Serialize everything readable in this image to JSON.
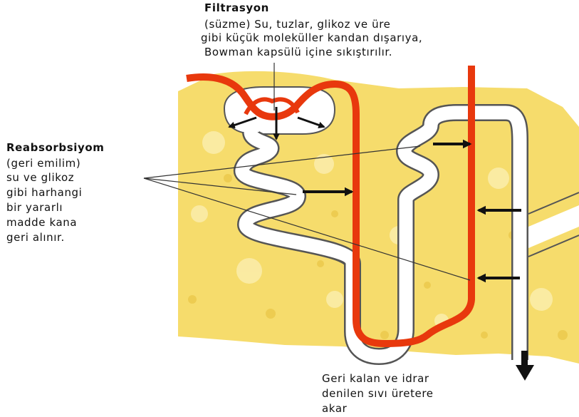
{
  "filtration": {
    "title": "Filtrasyon",
    "lines": [
      "(süzme) Su, tuzlar, glikoz ve üre",
      "gibi küçük moleküller kandan dışarıya,",
      "Bowman kapsülü içine sıkıştırılır."
    ]
  },
  "reabsorption": {
    "title": "Reabsorbsiyom",
    "lines": [
      "(geri emilim)",
      "su ve glikoz",
      "gibi harhangi",
      "bir yararlı",
      "madde kana",
      "geri alınır."
    ]
  },
  "output": {
    "lines": [
      "Geri kalan ve idrar",
      "denilen sıvı üretere",
      "akar"
    ]
  },
  "colors": {
    "blood_vessel": "#e8380d",
    "tissue": "#f6dc6c",
    "tubule": "#ffffff",
    "outline": "#555555",
    "text": "#111111"
  }
}
